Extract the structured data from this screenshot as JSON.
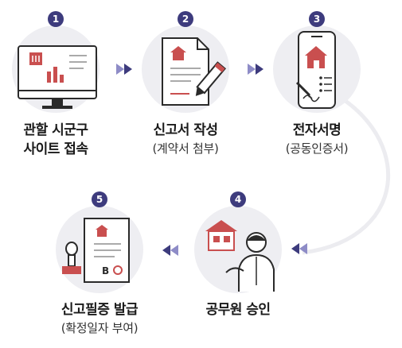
{
  "colors": {
    "badge": "#3d3b7d",
    "circle_bg": "#eeeef2",
    "arrow_dark": "#3d3b7d",
    "arrow_light": "#8e8cc7",
    "accent_red": "#c94f4f",
    "connector": "#ececf0"
  },
  "steps": [
    {
      "number": "1",
      "title_line1": "관할 시군구",
      "title_line2": "사이트 접속",
      "icon": "monitor-chart-icon"
    },
    {
      "number": "2",
      "title_line1": "신고서 작성",
      "subtitle": "(계약서 첨부)",
      "icon": "document-pen-icon"
    },
    {
      "number": "3",
      "title_line1": "전자서명",
      "subtitle": "(공동인증서)",
      "icon": "phone-signature-icon"
    },
    {
      "number": "4",
      "title_line1": "공무원 승인",
      "icon": "official-approval-icon"
    },
    {
      "number": "5",
      "title_line1": "신고필증 발급",
      "subtitle": "(확정일자 부여)",
      "icon": "certificate-stamp-icon"
    }
  ],
  "certificate_mark": "B"
}
